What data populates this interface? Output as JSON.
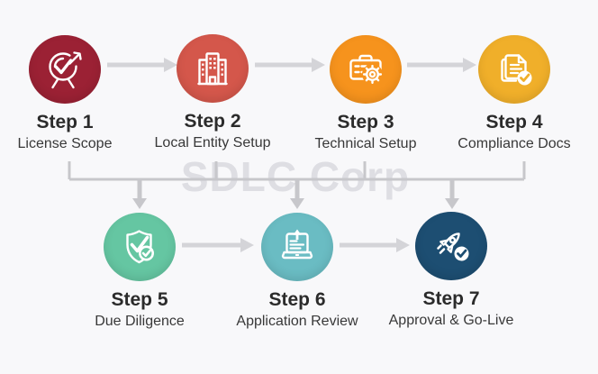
{
  "watermark": {
    "text": "SDLC Corp",
    "color": "#dedee3"
  },
  "colors": {
    "background": "#f8f8fa",
    "arrow": "#d4d4d8",
    "connector": "#c7c7cb",
    "title_text": "#2b2b2b",
    "subtitle_text": "#383838"
  },
  "steps": [
    {
      "title": "Step 1",
      "subtitle": "License Scope",
      "color": "#9b2134",
      "icon": "target-check-icon"
    },
    {
      "title": "Step 2",
      "subtitle": "Local Entity Setup",
      "color": "#d4574b",
      "icon": "building-icon"
    },
    {
      "title": "Step 3",
      "subtitle": "Technical Setup",
      "color": "#f6931d",
      "icon": "briefcase-gear-icon"
    },
    {
      "title": "Step 4",
      "subtitle": "Compliance Docs",
      "color": "#f0af2a",
      "icon": "documents-check-icon"
    },
    {
      "title": "Step 5",
      "subtitle": "Due Diligence",
      "color": "#65c6a2",
      "icon": "shield-check-icon"
    },
    {
      "title": "Step 6",
      "subtitle": "Application Review",
      "color": "#6abcc3",
      "icon": "laptop-review-icon"
    },
    {
      "title": "Step 7",
      "subtitle": "Approval & Go-Live",
      "color": "#1d4e72",
      "icon": "rocket-check-icon"
    }
  ]
}
